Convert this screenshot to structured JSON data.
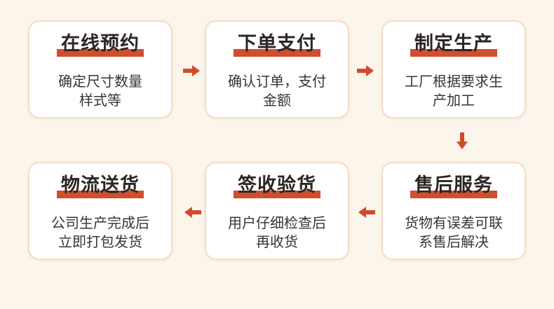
{
  "steps": [
    {
      "title": "在线预约",
      "desc": "确定尺寸数量\n样式等"
    },
    {
      "title": "下单支付",
      "desc": "确认订单，支付\n金额"
    },
    {
      "title": "制定生产",
      "desc": "工厂根据要求生\n产加工"
    },
    {
      "title": "售后服务",
      "desc": "货物有误差可联\n系售后解决"
    },
    {
      "title": "签收验货",
      "desc": "用户仔细检查后\n再收货"
    },
    {
      "title": "物流送货",
      "desc": "公司生产完成后\n立即打包发货"
    }
  ],
  "arrow_color": "#d24a2c",
  "icons": {
    "arrow_right": "arrow-right-icon",
    "arrow_down": "arrow-down-icon",
    "arrow_left": "arrow-left-icon"
  }
}
